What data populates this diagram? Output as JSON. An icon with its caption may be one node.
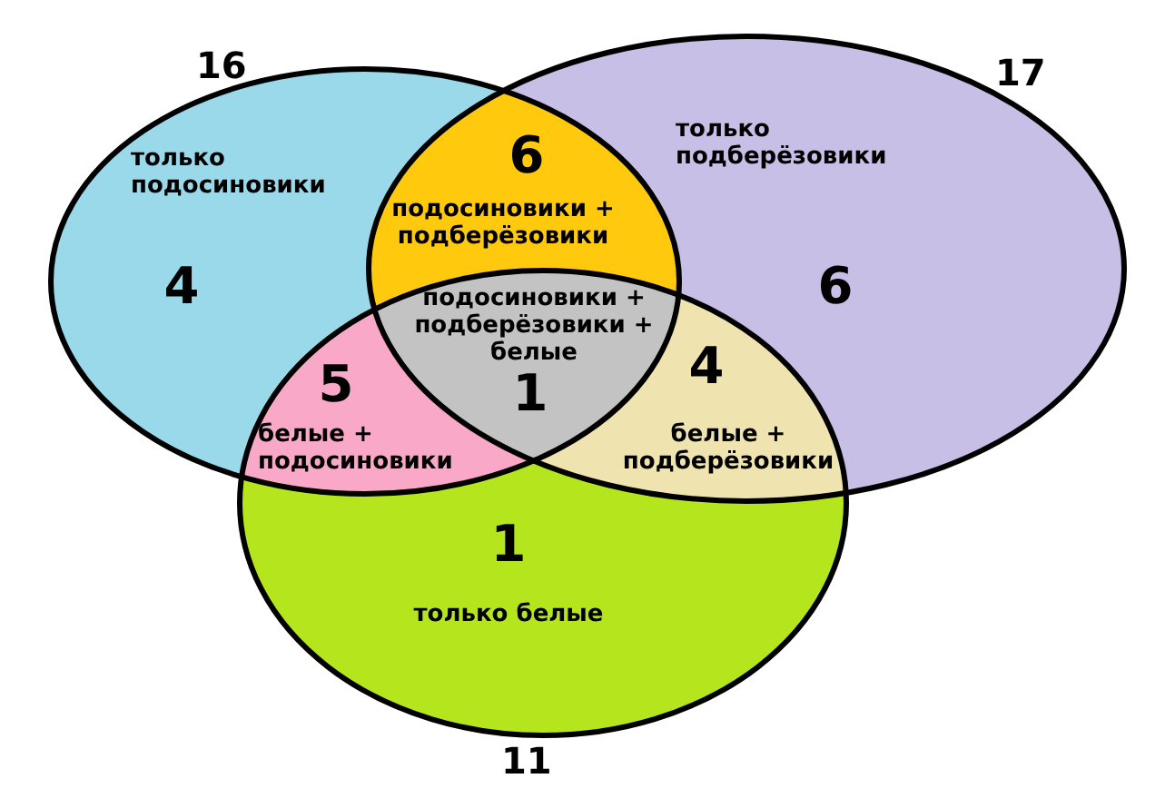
{
  "diagram": {
    "nodes": [
      {
        "text": [],
        "shape": "ellipse",
        "beside": [
          "16"
        ]
      },
      {
        "text": [],
        "shape": "ellipse",
        "beside": [
          "17"
        ]
      },
      {
        "text": [],
        "shape": "ellipse",
        "beside": [
          "11"
        ]
      }
    ],
    "labels": [
      "только подосиновики",
      "6",
      "только подберёзовики",
      "подосиновики + подберёзовики",
      "4",
      "подосиновики + подберёзовики + белые",
      "6",
      "5",
      "1",
      "4",
      "белые + подосиновики",
      "белые + подберёзовики",
      "1",
      "только белые"
    ]
  }
}
